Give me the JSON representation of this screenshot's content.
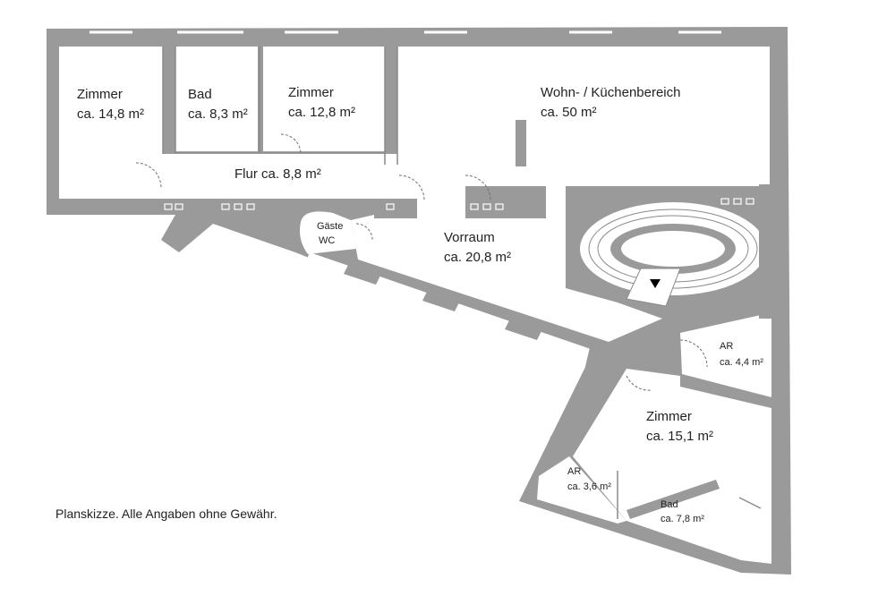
{
  "rooms": [
    {
      "id": "zimmer-1",
      "name": "Zimmer",
      "area": "ca. 14,8 m²"
    },
    {
      "id": "bad-1",
      "name": "Bad",
      "area": "ca. 8,3 m²"
    },
    {
      "id": "zimmer-2",
      "name": "Zimmer",
      "area": "ca. 12,8 m²"
    },
    {
      "id": "wohn",
      "name": "Wohn- / Küchenbereich",
      "area": "ca. 50 m²"
    },
    {
      "id": "flur",
      "label": "Flur ca. 8,8 m²"
    },
    {
      "id": "gaeste-wc",
      "name": "Gäste",
      "area": "WC"
    },
    {
      "id": "vorraum",
      "name": "Vorraum",
      "area": "ca. 20,8 m²"
    },
    {
      "id": "ar-1",
      "name": "AR",
      "area": "ca. 4,4 m²"
    },
    {
      "id": "zimmer-3",
      "name": "Zimmer",
      "area": "ca. 15,1 m²"
    },
    {
      "id": "ar-2",
      "name": "AR",
      "area": "ca. 3,6 m²"
    },
    {
      "id": "bad-2",
      "name": "Bad",
      "area": "ca. 7,8 m²"
    }
  ],
  "footnote": "Planskizze. Alle Angaben ohne Gewähr.",
  "colors": {
    "wall": "#9a9a9a",
    "background": "#ffffff",
    "text": "#222222"
  }
}
